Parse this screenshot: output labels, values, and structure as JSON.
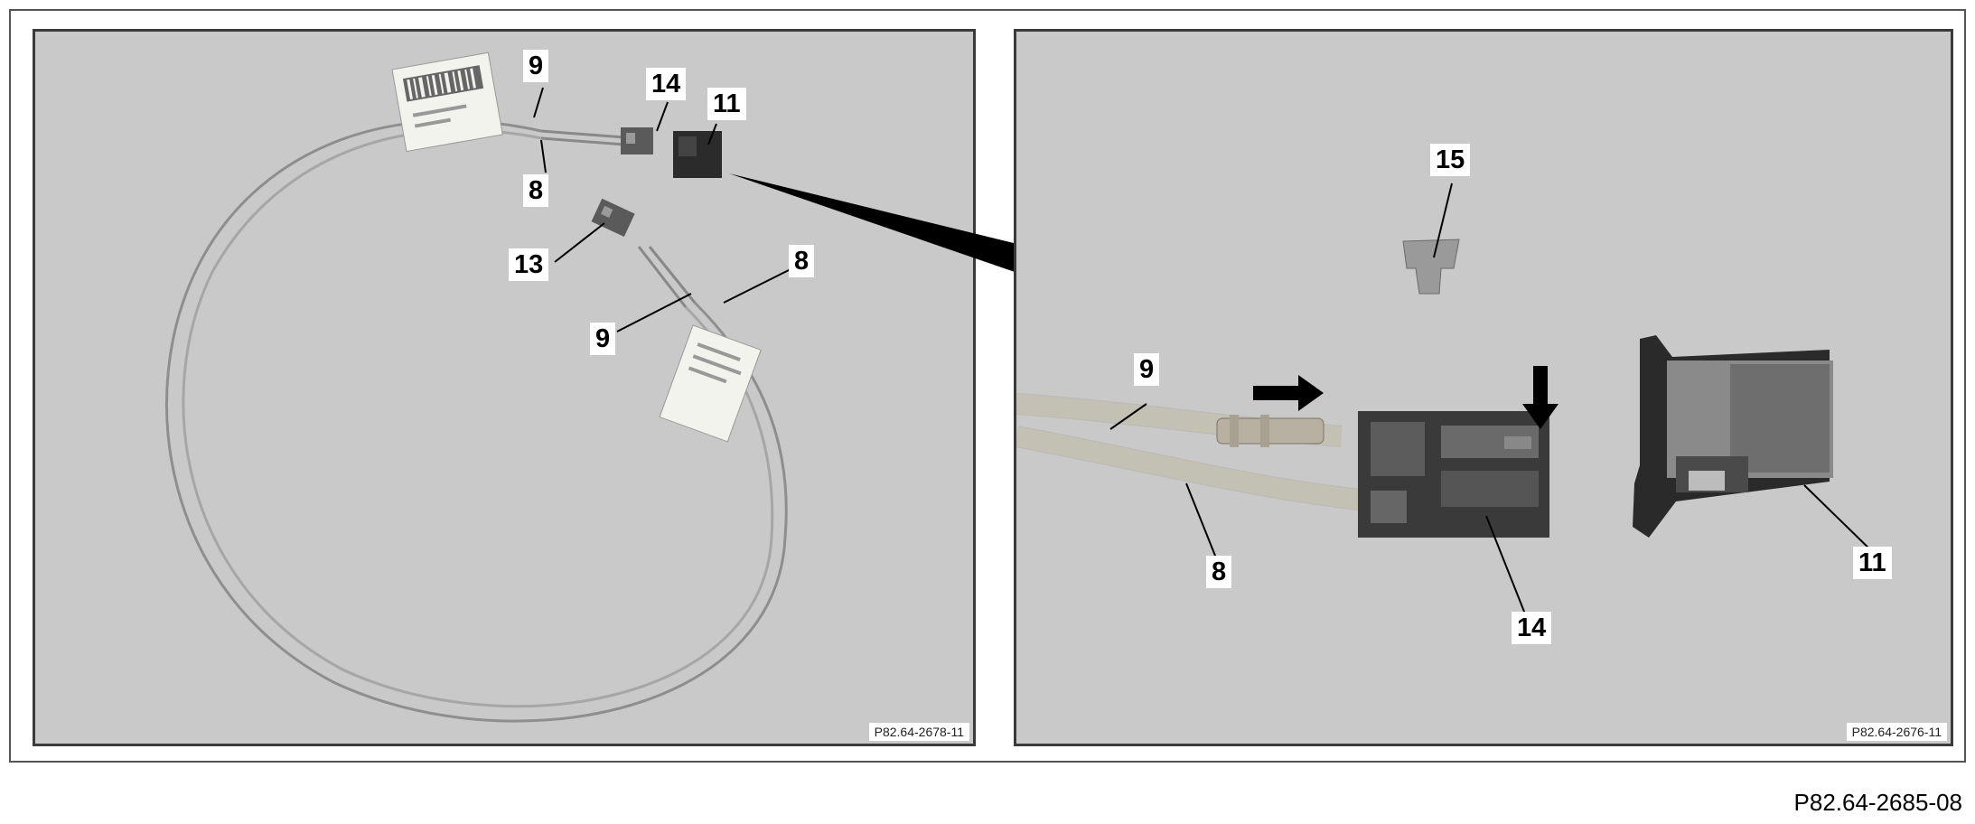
{
  "left_panel": {
    "callouts": [
      "9",
      "14",
      "11",
      "8",
      "13",
      "8",
      "9"
    ],
    "code": "P82.64-2678-11"
  },
  "right_panel": {
    "callouts": [
      "15",
      "9",
      "8",
      "14",
      "11"
    ],
    "code": "P82.64-2676-11"
  },
  "figure_code": "P82.64-2685-08",
  "colors": {
    "panel_background": "#c9c9c9",
    "cable": "#d8d4c8",
    "connector_dark": "#2b2b2b",
    "connector_grey": "#6e6e6e"
  }
}
